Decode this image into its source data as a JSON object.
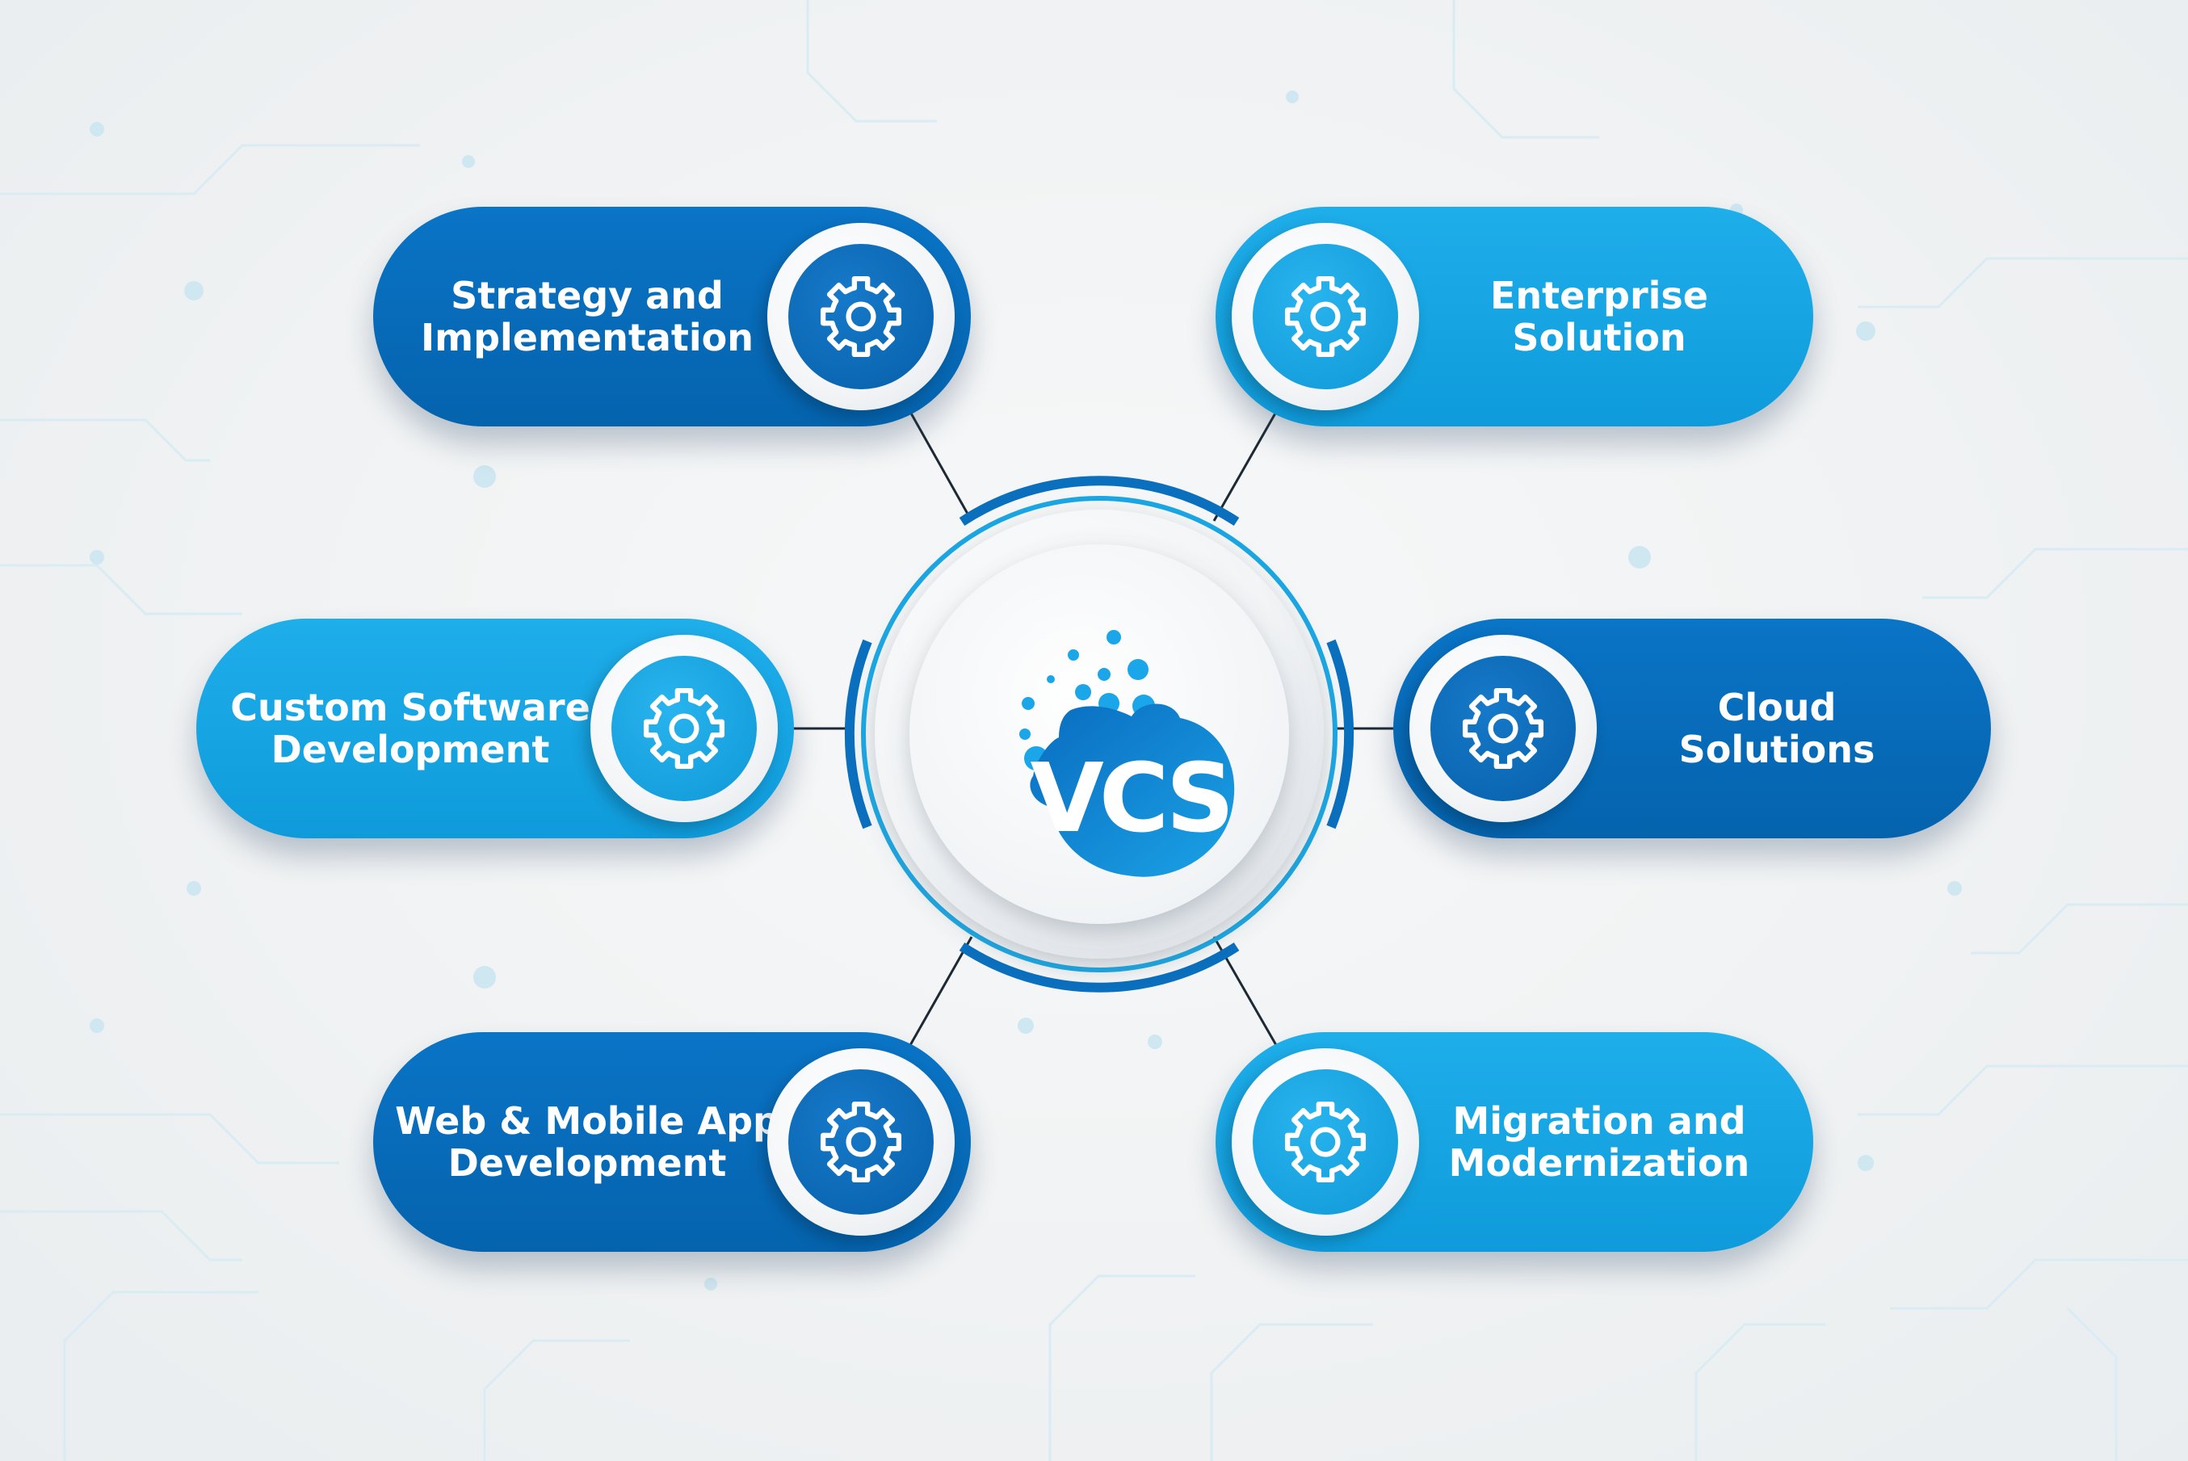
{
  "logo": {
    "text": "VCS"
  },
  "colors": {
    "dark_blue": "#0668b8",
    "light_blue": "#14a4e2",
    "background": "#f0f2f3",
    "connector": "#1d2a35"
  },
  "services": [
    {
      "id": "strategy",
      "lines": [
        "Strategy and",
        "Implementation"
      ],
      "icon": "gear-icon",
      "tone": "dark"
    },
    {
      "id": "enterprise",
      "lines": [
        "Enterprise",
        "Solution"
      ],
      "icon": "gear-icon",
      "tone": "light"
    },
    {
      "id": "custom",
      "lines": [
        "Custom Software",
        "Development"
      ],
      "icon": "gear-icon",
      "tone": "light"
    },
    {
      "id": "cloud",
      "lines": [
        "Cloud",
        "Solutions"
      ],
      "icon": "gear-icon",
      "tone": "dark"
    },
    {
      "id": "web-mobile",
      "lines": [
        "Web & Mobile App",
        "Development"
      ],
      "icon": "gear-icon",
      "tone": "dark"
    },
    {
      "id": "migration",
      "lines": [
        "Migration and",
        "Modernization"
      ],
      "icon": "gear-icon",
      "tone": "light"
    }
  ]
}
